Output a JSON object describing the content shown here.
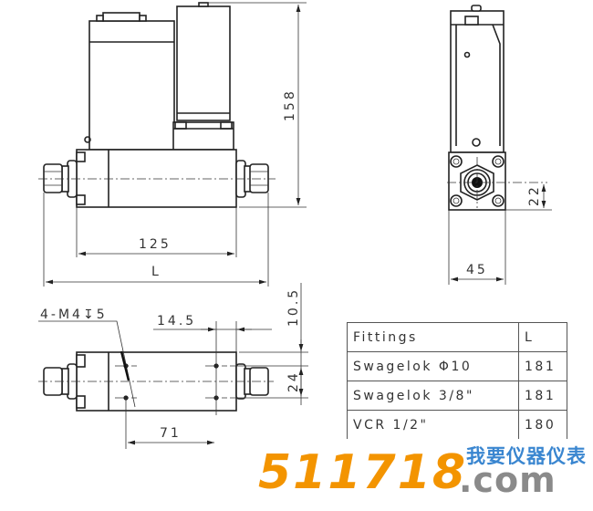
{
  "drawing": {
    "front_view": {
      "dimensions": {
        "height": "158",
        "body_length": "125",
        "total_length": "L"
      }
    },
    "side_view": {
      "dimensions": {
        "width": "45",
        "port_height": "22"
      }
    },
    "bottom_view": {
      "dimensions": {
        "thread_note": "4-M4",
        "thread_depth_symbol": "↧",
        "thread_depth": "5",
        "hole_offset": "14.5",
        "edge_offset": "10.5",
        "hole_spacing_vertical": "24",
        "hole_spacing_horizontal": "71"
      }
    }
  },
  "fittings_table": {
    "headers": [
      "Fittings",
      "L"
    ],
    "rows": [
      {
        "fitting": "Swagelok Φ10",
        "L": "181"
      },
      {
        "fitting": "Swagelok 3/8\"",
        "L": "181"
      },
      {
        "fitting": "VCR 1/2\"",
        "L": "180"
      }
    ]
  },
  "watermark": {
    "number": "511718",
    "domain": ".com",
    "chinese": "我要仪器仪表",
    "colors": {
      "number": "#f39400",
      "chinese": "#3a86d0",
      "domain": "#8a8a8a"
    }
  }
}
